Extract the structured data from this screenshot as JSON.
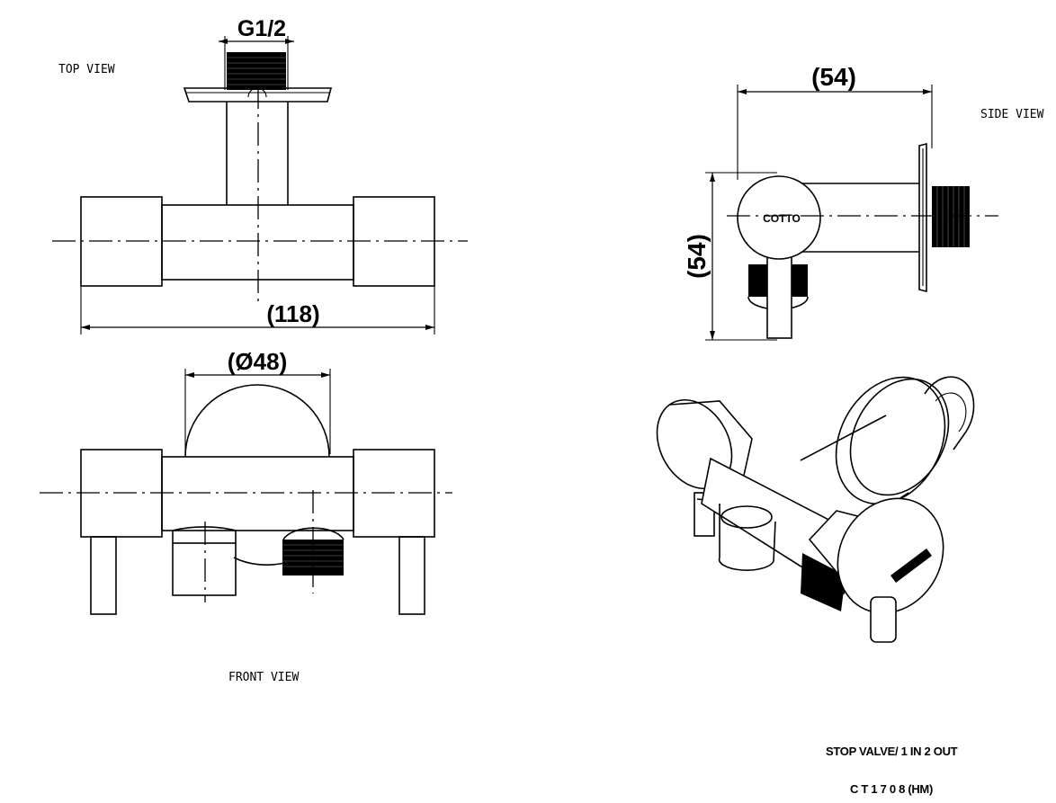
{
  "views": {
    "top": "TOP VIEW",
    "side": "SIDE VIEW",
    "front": "FRONT VIEW"
  },
  "dimensions": {
    "thread": "G1/2",
    "width": "(118)",
    "body_dia": "(Ø48)",
    "depth": "(54)",
    "height": "(54)"
  },
  "brand_logo": "COTTO",
  "product": {
    "name": "STOP VALVE/ 1 IN 2 OUT",
    "code": "C T 1 7 0 8 (HM)"
  }
}
